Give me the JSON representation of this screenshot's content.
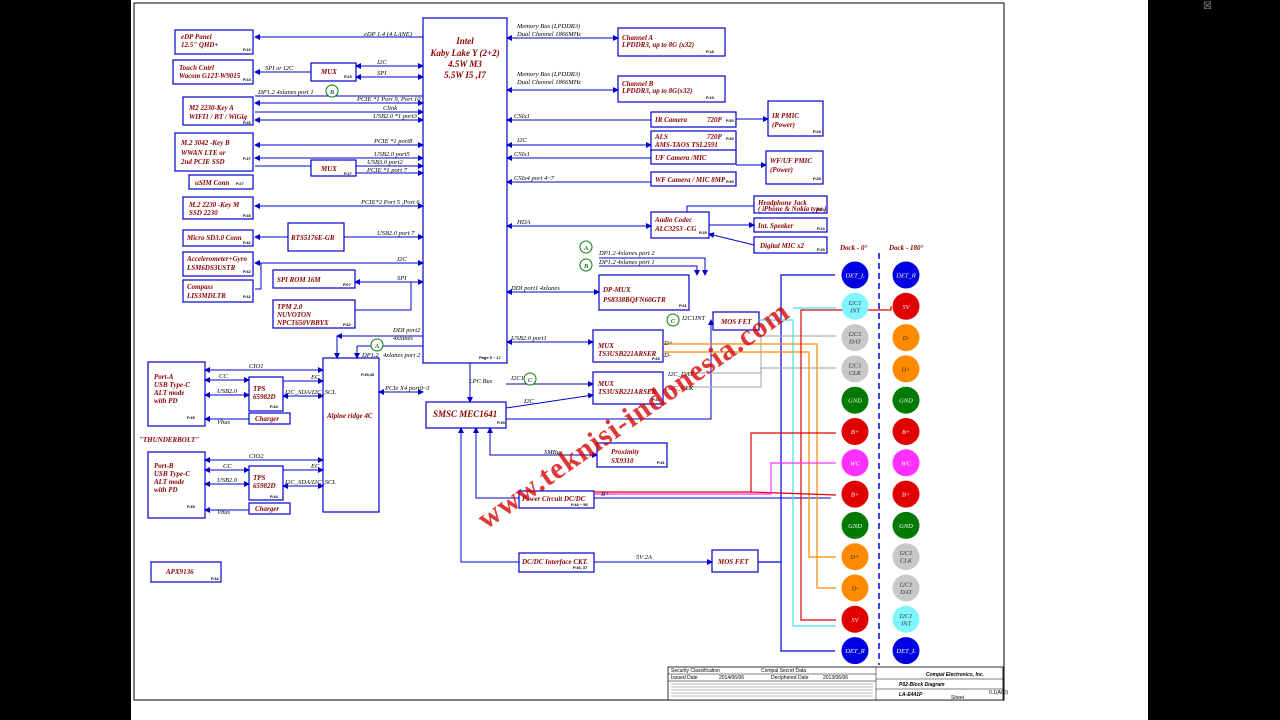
{
  "cpu": {
    "name": "Intel",
    "model": "Kaby Lake Y (2+2)",
    "sku1": "4.5W  M3",
    "sku2": "5.5W  I5 ,I7",
    "page": "Page 5 ~ 17"
  },
  "watermark": "www.teknisi-indonesia.com",
  "blocks": {
    "edp": {
      "line1": "eDP Panel",
      "line2": "12.5\" QHD+",
      "page": "P.23"
    },
    "touch": {
      "line1": "Touch  Cntrl",
      "line2": "Wacom G12T-W9015",
      "page": "P.23"
    },
    "mux_top": {
      "line1": "MUX",
      "page": "P.23"
    },
    "m2_a": {
      "line1": "M2 2230-Key A",
      "line2": "WIFI1 / BT / WiGig",
      "page": "P.26"
    },
    "m2_b": {
      "line1": "M.2 3042 -Key B",
      "line2": "WWAN  LTE  or",
      "line3": "2nd PCIE  SSD",
      "page": "P.27"
    },
    "mux_mid": {
      "line1": "MUX",
      "page": "P.27"
    },
    "usim": {
      "line1": "uSIM Conn",
      "page": "P.27"
    },
    "m2_m": {
      "line1": "M.2 2230 -Key M",
      "line2": "SSD 2230",
      "page": "P.28"
    },
    "sd": {
      "line1": "Micro SD3.0  Conn",
      "page": "P.42"
    },
    "rts": {
      "line1": "RTS5176E-GR"
    },
    "accel": {
      "line1": "Accelerometer+Gyro",
      "line2": "LSM6DS3USTR",
      "page": "P.32"
    },
    "compass": {
      "line1": "Compass",
      "line2": "LIS3MDLTR",
      "page": "P.32"
    },
    "spirom": {
      "line1": "SPI ROM 16M",
      "page": "P.07"
    },
    "tpm": {
      "line1": "TPM 2.0",
      "line2": "NUVOTON",
      "line3": "NPCT650VBBYX",
      "page": "P.32"
    },
    "porta": {
      "line1": "Port-A",
      "line2": "USB Type-C",
      "line3": "ALT mode",
      "line4": "with PD",
      "page": "P.45"
    },
    "tps_a": {
      "line1": "TPS",
      "line2": "65982D",
      "page": "P.44"
    },
    "charger_a": {
      "line1": "Charger"
    },
    "thunderbolt": "\"THUNDERBOLT\"",
    "alpine": {
      "line1": "Alpine ridge 4C",
      "page": "P.39,40"
    },
    "portb": {
      "line1": "Port-B",
      "line2": "USB Type-C",
      "line3": "ALT mode",
      "line4": "with PD",
      "page": "P.45"
    },
    "tps_b": {
      "line1": "TPS",
      "line2": "65982D",
      "page": "P.44"
    },
    "charger_b": {
      "line1": "Charger"
    },
    "apx": {
      "line1": "APX9136",
      "page": "P.34"
    },
    "mem_a": {
      "line1": "Channel A",
      "line2": "LPDDR3, up to 8G (x32)",
      "page": "P.18"
    },
    "mem_b": {
      "line1": "Channel B",
      "line2": "LPDDR3, up to 8G(x32)",
      "page": "P.19"
    },
    "ir_cam": {
      "line1": "IR Camera",
      "line2": "720P",
      "page": "P.30"
    },
    "ir_pmic": {
      "line1": "IR  PMIC",
      "line2": "(Power)",
      "page": "P.28"
    },
    "als": {
      "line1": "ALS",
      "line2": "720P",
      "line3": "AMS-TAOS TSL2591",
      "page": "P.30"
    },
    "uf_cam": {
      "line1": "UF Camera /MIC"
    },
    "wf_pmic": {
      "line1": "WF/UF  PMIC",
      "line2": "(Power)",
      "page": "P.28"
    },
    "wf_cam": {
      "line1": "WF Camera / MIC 8MP",
      "page": "P.30"
    },
    "codec": {
      "line1": "Audio Codec",
      "line2": "ALC3253 -CG",
      "page": "P.25"
    },
    "hp_jack": {
      "line1": "Headphone Jack",
      "line2": "( iPhone & Nokia type )",
      "page": "P.24"
    },
    "int_spk": {
      "line1": "Int. Speaker",
      "page": "P.24"
    },
    "dmic": {
      "line1": "Digital MIC x2",
      "page": "P.25"
    },
    "dpmux": {
      "line1": "DP-MUX",
      "line2": "PS8338BQFN60GTR",
      "page": "P.41"
    },
    "mosfet1": {
      "line1": "MOS FET"
    },
    "mux_c1": {
      "line1": "MUX",
      "line2": "TS3USB221ARSER",
      "page": "P.33"
    },
    "mux_c2": {
      "line1": "MUX",
      "line2": "TS3USB221ARSER",
      "page": "P.33"
    },
    "ec": {
      "line1": "SMSC MEC1641",
      "page": "P.35"
    },
    "proximity": {
      "line1": "Proximity",
      "line2": "SX9310",
      "page": "P.31"
    },
    "power": {
      "line1": "Power Circuit DC/DC",
      "page": "P.48 ~ 56"
    },
    "dcdc": {
      "line1": "DC/DC Interface CKT.",
      "page": "P.36, 37"
    },
    "mosfet2": {
      "line1": "MOS FET"
    }
  },
  "signals": {
    "edp": "eDP 1.4 (4 LANE)",
    "i2c": "I2C",
    "spi": "SPI",
    "spi_i2c": "SPI or I2C",
    "dp12": "DP1.2   4xlanes  port 1",
    "pcie_wifi": "PCIE *1 Port 9, Port 10",
    "clink": "Clink",
    "usb_wifi": "USB2.0 *1 port3",
    "pcie_wwan": "PCIE *1 port8",
    "usb_wwan": "USB2.0 port5",
    "usb3_wwan": "USB3.0 port2",
    "pcie_wwan2": "PCIE *1 port 7",
    "pcie_ssd": "PCIE*2 Port 5 ,Port 6",
    "usb_sd": "USB2.0 port 7",
    "ddi2": "DDI port2",
    "ddi2b": "4xlanes",
    "dp12b": "DP1.2",
    "dp12b2": "4xlanes  port 2",
    "pcie_x4": "PCIe X4 port0~3",
    "cio1": "CIO1",
    "cio2": "CIO2",
    "cc": "CC",
    "usb20": "USB2.0",
    "i2c_sda": "I2C_SDA/I2C_SCL",
    "ec_lbl": "EC",
    "vbus": "Vbus",
    "mem_bus": "Memory Bus (LPDDR3)",
    "dual_ch": "Dual Channel 1866MHz",
    "csi1": "CSIx1",
    "csi4": "CSIx4  port 4~7",
    "hda": "HDA",
    "dp_p2": "DP1.2   4xlanes   port  2",
    "dp_p1": "DP1.2   4xlanes   port 1",
    "ddi1": "DDI port1   4xlanes",
    "i2c1int": "I2C1INT",
    "usb_p1": "USB2.0 port1",
    "lpc": "LPC Bus",
    "i2c_dat": "I2C_DAT",
    "i2c_clk": "I2C_CLK",
    "dplus": "D+",
    "dminus": "D-",
    "smbus": "SMBus",
    "bplus": "B+",
    "v5": "5V  2A"
  },
  "bubbles": {
    "a": "A",
    "b": "B",
    "c": "C"
  },
  "docks": {
    "title_left": "Dock - 0°",
    "title_right": "Dock - 180°",
    "left": [
      {
        "label": "DET_L",
        "color": "#0000e0"
      },
      {
        "label": "I2C1 INT",
        "color": "#7ff5ff"
      },
      {
        "label": "I2C1 DAT",
        "color": "#c8c8c8"
      },
      {
        "label": "I2C1 CLK",
        "color": "#c8c8c8"
      },
      {
        "label": "GND",
        "color": "#007a00"
      },
      {
        "label": "B+",
        "color": "#e00000"
      },
      {
        "label": "WC",
        "color": "#ff30ff"
      },
      {
        "label": "B+",
        "color": "#e00000"
      },
      {
        "label": "GND",
        "color": "#007a00"
      },
      {
        "label": "D+",
        "color": "#ff8a00"
      },
      {
        "label": "D-",
        "color": "#ff8a00"
      },
      {
        "label": "5V",
        "color": "#e00000"
      },
      {
        "label": "DET_R",
        "color": "#0000e0"
      }
    ],
    "right": [
      {
        "label": "DET_R",
        "color": "#0000e0"
      },
      {
        "label": "5V",
        "color": "#e00000"
      },
      {
        "label": "D-",
        "color": "#ff8a00"
      },
      {
        "label": "D+",
        "color": "#ff8a00"
      },
      {
        "label": "GND",
        "color": "#007a00"
      },
      {
        "label": "B+",
        "color": "#e00000"
      },
      {
        "label": "WC",
        "color": "#ff30ff"
      },
      {
        "label": "B+",
        "color": "#e00000"
      },
      {
        "label": "GND",
        "color": "#007a00"
      },
      {
        "label": "I2C1 CLK",
        "color": "#c8c8c8"
      },
      {
        "label": "I2C1 DAT",
        "color": "#c8c8c8"
      },
      {
        "label": "I2C1 INT",
        "color": "#7ff5ff"
      },
      {
        "label": "DET_L",
        "color": "#0000e0"
      }
    ]
  },
  "title_block": {
    "security": "Security Classification",
    "secret": "Compal Secret Data",
    "issued": "Issued Date",
    "issued_val": "2014/06/06",
    "deciphered": "Deciphered Date",
    "deciphered_val": "2013/06/06",
    "company": "Compal Electronics, Inc.",
    "title": "P02-Block Diagram",
    "model": "LA-E441P",
    "rev": "0.1(A00)",
    "sheet": "Sheet"
  }
}
